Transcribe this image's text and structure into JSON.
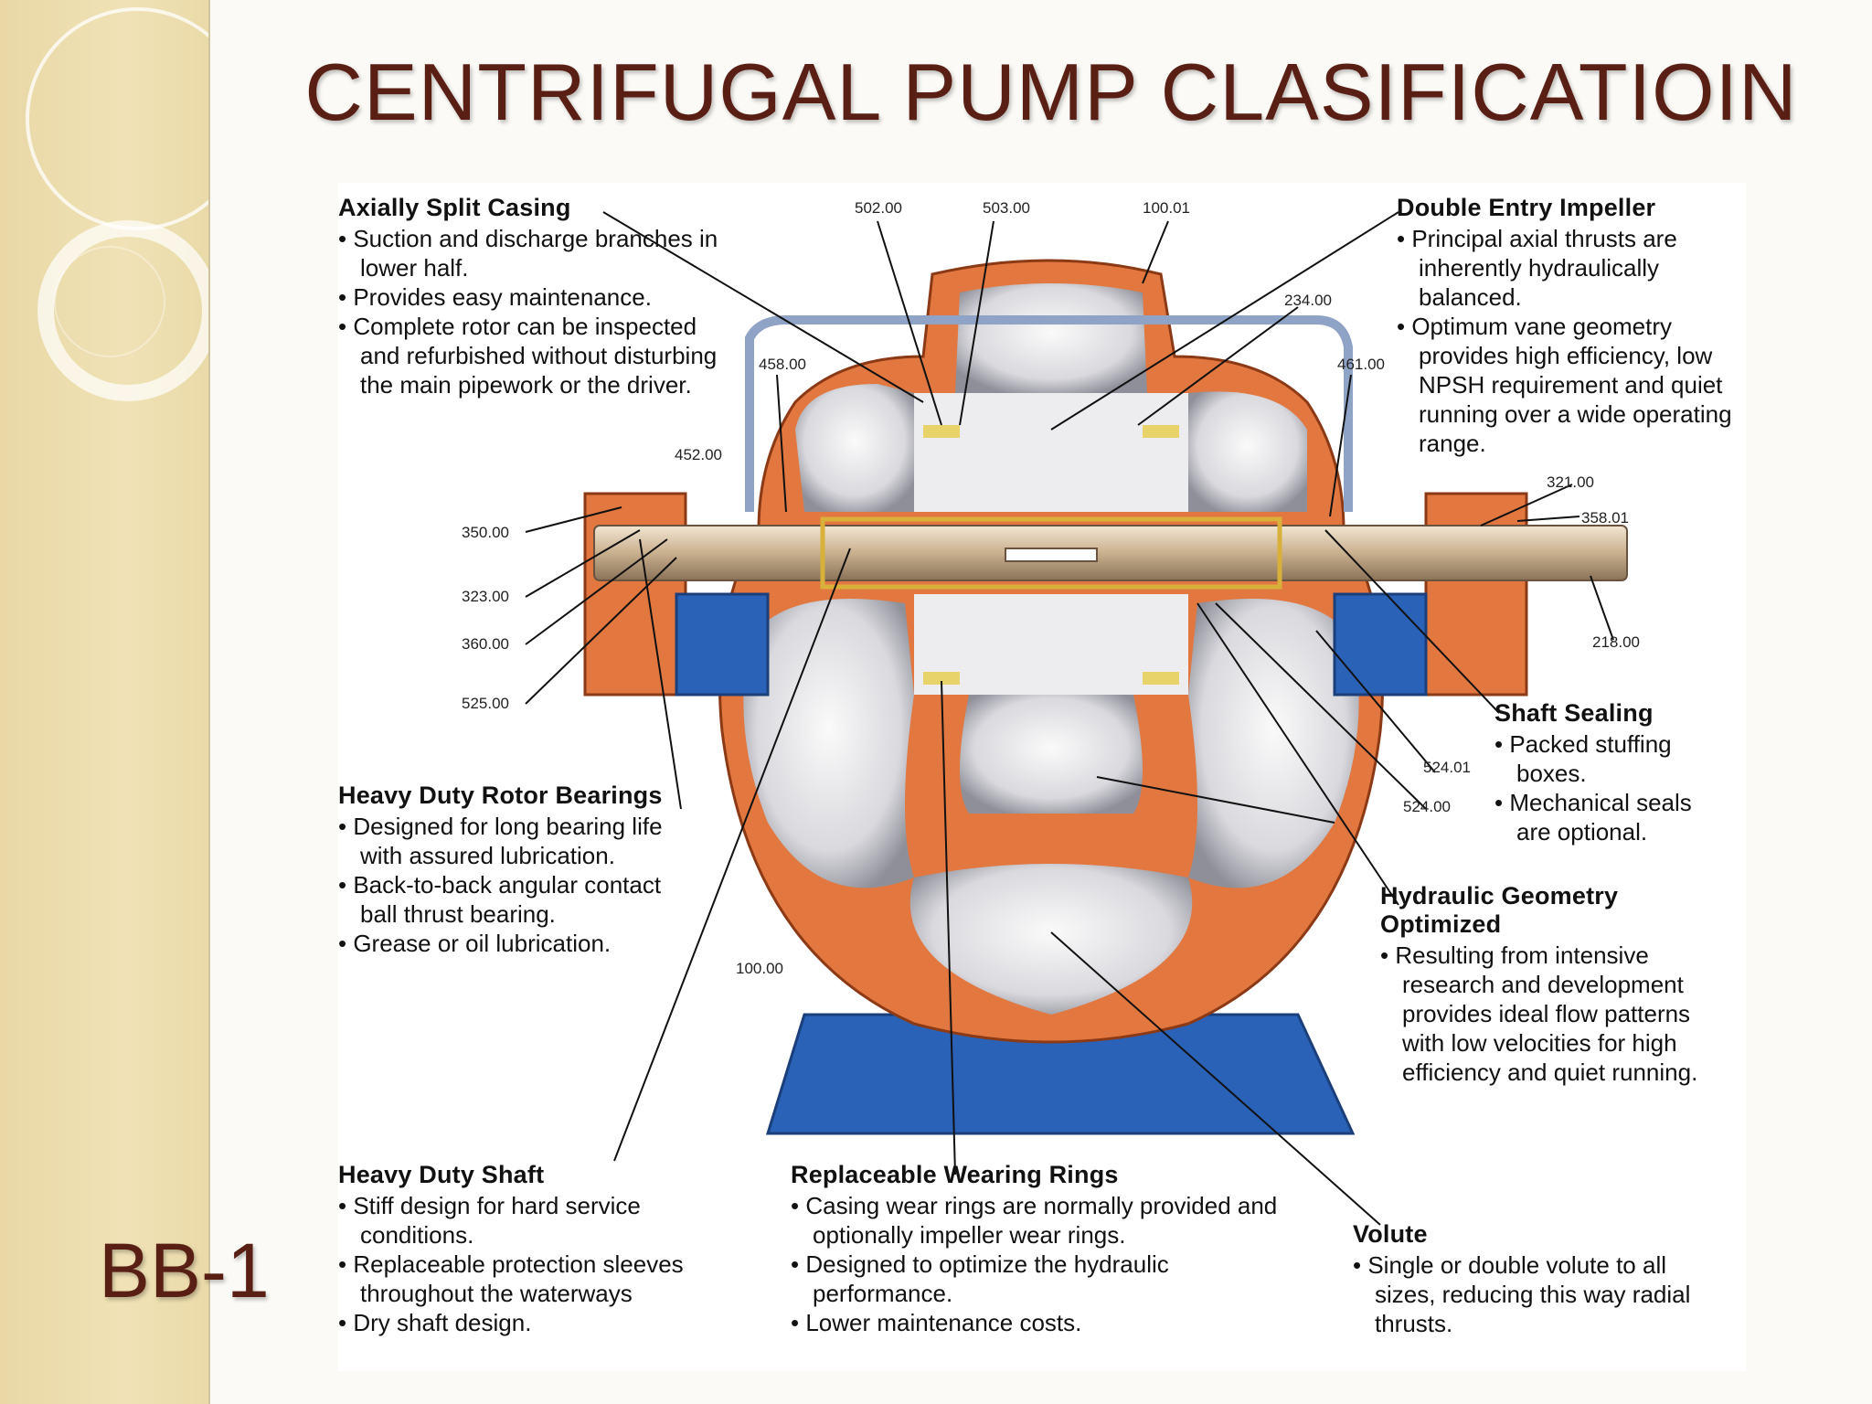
{
  "title": "CENTRIFUGAL PUMP CLASIFICATIOIN",
  "tag": "BB-1",
  "colors": {
    "title": "#5a1f14",
    "casing": "#e2773f",
    "base": "#2a62b8",
    "shaft": "#d7c4a6"
  },
  "callouts": {
    "axially_split": {
      "heading": "Axially Split Casing",
      "items": [
        "Suction and discharge branches in lower half.",
        "Provides easy maintenance.",
        "Complete rotor can be inspected and refurbished without disturbing the main pipework or the driver."
      ]
    },
    "double_entry": {
      "heading": "Double Entry Impeller",
      "items": [
        "Principal axial thrusts are inherently hydraulically balanced.",
        "Optimum vane geometry provides high efficiency, low NPSH requirement and quiet running over a wide operating range."
      ]
    },
    "rotor_bearings": {
      "heading": "Heavy Duty Rotor Bearings",
      "items": [
        "Designed for long bearing life with assured lubrication.",
        "Back-to-back angular contact ball thrust bearing.",
        "Grease or oil lubrication."
      ]
    },
    "shaft_sealing": {
      "heading": "Shaft Sealing",
      "items": [
        "Packed stuffing boxes.",
        "Mechanical seals are optional."
      ]
    },
    "hydraulic": {
      "heading": "Hydraulic Geometry Optimized",
      "items": [
        "Resulting from intensive research and development provides ideal flow patterns with low velocities for high efficiency and quiet running."
      ]
    },
    "shaft": {
      "heading": "Heavy Duty Shaft",
      "items": [
        "Stiff design for hard service conditions.",
        "Replaceable protection sleeves throughout the waterways",
        "Dry shaft design."
      ]
    },
    "wearing_rings": {
      "heading": "Replaceable Wearing Rings",
      "items": [
        "Casing wear rings are normally provided and optionally impeller wear rings.",
        "Designed to optimize the hydraulic performance.",
        "Lower maintenance costs."
      ]
    },
    "volute": {
      "heading": "Volute",
      "items": [
        "Single or double volute to all sizes, reducing this way radial thrusts."
      ]
    }
  },
  "part_numbers": [
    "502.00",
    "503.00",
    "100.01",
    "234.00",
    "458.00",
    "461.00",
    "452.00",
    "350.00",
    "323.00",
    "360.00",
    "525.00",
    "321.00",
    "358.01",
    "218.00",
    "524.01",
    "524.00",
    "100.00"
  ]
}
